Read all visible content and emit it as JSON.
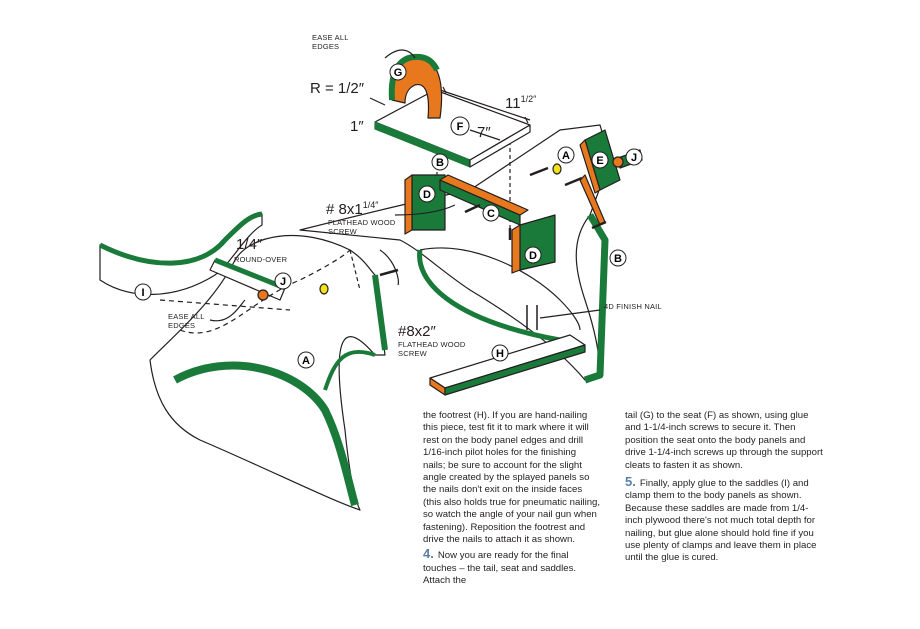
{
  "colors": {
    "green": "#1a7a3a",
    "orange": "#e8781e",
    "yellow": "#f2e21a",
    "ink": "#231f20",
    "step_number": "#5a7fa6"
  },
  "part_labels": {
    "A": "A",
    "B": "B",
    "C": "C",
    "D": "D",
    "E": "E",
    "F": "F",
    "G": "G",
    "H": "H",
    "I": "I",
    "J": "J"
  },
  "callouts": {
    "ease_edges_top": "EASE ALL EDGES",
    "ease_edges_left": "EASE ALL EDGES",
    "radius": "R = 1/2″",
    "one_inch": "1″",
    "eleven_half": "11",
    "eleven_half_frac": "1/2″",
    "seven_inch": "7″",
    "screw1_size": "# 8x1",
    "screw1_frac": "1/4″",
    "screw1_type": "FLATHEAD WOOD SCREW",
    "quarter": "1/4″",
    "roundover": "ROUND-OVER",
    "screw2_size": "#8x2″",
    "screw2_type": "FLATHEAD WOOD SCREW",
    "finish_nail": "4D FINISH NAIL"
  },
  "text": {
    "col1_para": "the footrest (H). If you are hand-nailing this piece, test fit it to mark where it will rest on the body panel edges and drill 1/16-inch pilot holes for the finishing nails; be sure to account for the slight angle created by the splayed panels so the nails don't exit on the inside faces (this also holds true for pneumatic nailing, so watch the angle of your nail gun when fastening). Reposition the footrest and drive the nails to attach it as shown.",
    "step4_num": "4.",
    "step4_text": "Now you are ready for the final touches – the tail, seat and saddles. Attach the",
    "col2_para": "tail (G) to the seat (F) as shown, using glue and 1-1/4-inch screws to secure it. Then position the seat onto the body panels and drive 1-1/4-inch screws up through the support cleats to fasten it as shown.",
    "step5_num": "5.",
    "step5_text": "Finally, apply glue to the saddles (I) and clamp them to the body panels as shown. Because these saddles are made from 1/4-inch plywood there's not much total depth for nailing, but glue alone should hold fine if you use plenty of clamps and leave them in place until the glue is cured."
  }
}
